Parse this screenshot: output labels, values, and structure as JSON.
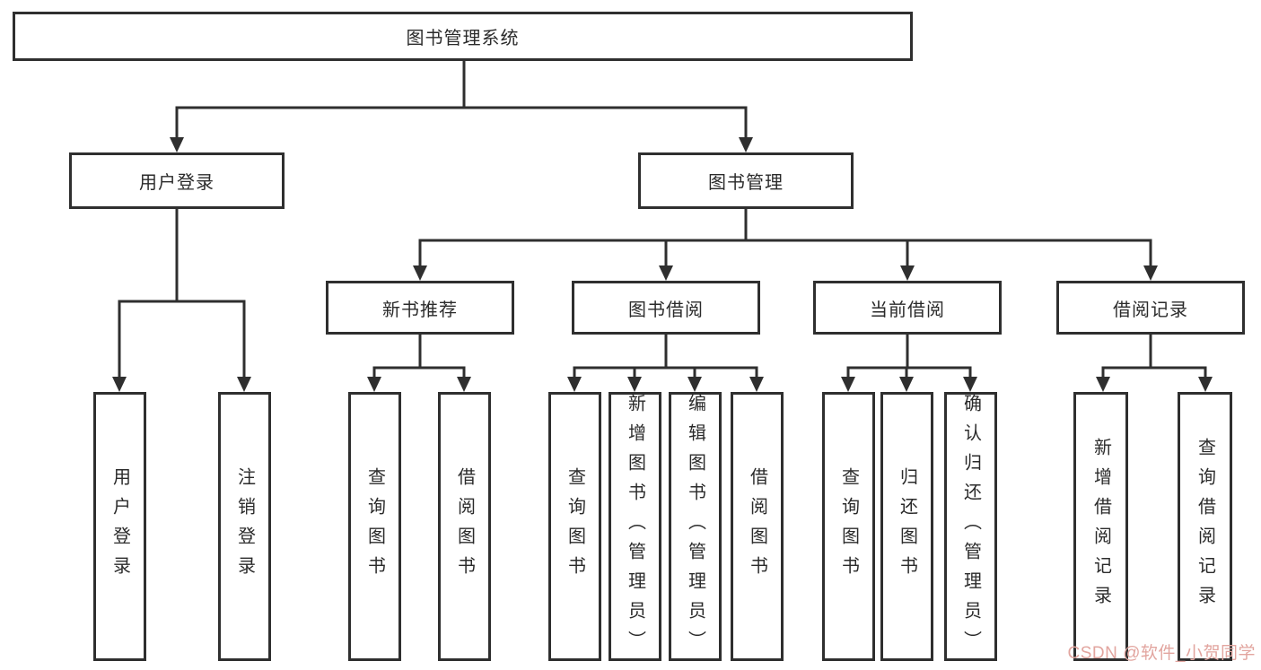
{
  "tree": {
    "label": "图书管理系统",
    "children": [
      {
        "label": "用户登录",
        "children": [
          {
            "label": "用户登录"
          },
          {
            "label": "注销登录"
          }
        ]
      },
      {
        "label": "图书管理",
        "children": [
          {
            "label": "新书推荐",
            "children": [
              {
                "label": "查询图书"
              },
              {
                "label": "借阅图书"
              }
            ]
          },
          {
            "label": "图书借阅",
            "children": [
              {
                "label": "查询图书"
              },
              {
                "label": "新增图书（管理员）"
              },
              {
                "label": "编辑图书（管理员）"
              },
              {
                "label": "借阅图书"
              }
            ]
          },
          {
            "label": "当前借阅",
            "children": [
              {
                "label": "查询图书"
              },
              {
                "label": "归还图书"
              },
              {
                "label": "确认归还（管理员）"
              }
            ]
          },
          {
            "label": "借阅记录",
            "children": [
              {
                "label": "新增借阅记录"
              },
              {
                "label": "查询借阅记录"
              }
            ]
          }
        ]
      }
    ]
  },
  "watermark": {
    "text": "CSDN @软件_小贺同学",
    "color": "#e2a59f"
  },
  "colors": {
    "line": "#2f2f2f",
    "box_border": "#2f2f2f",
    "text": "#2b2b2b",
    "background": "#ffffff"
  }
}
